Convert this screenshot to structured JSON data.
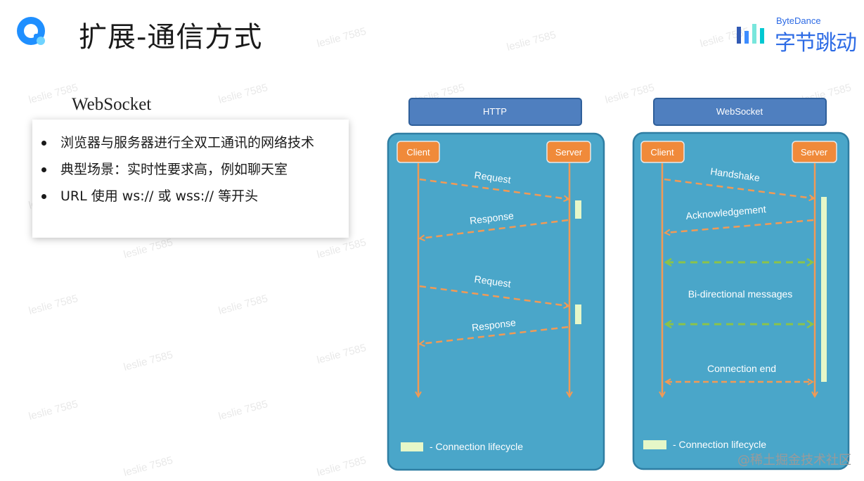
{
  "header": {
    "title": "扩展-通信方式",
    "brand_en": "ByteDance",
    "brand_zh": "字节跳动"
  },
  "content": {
    "heading": "WebSocket",
    "bullets": [
      "浏览器与服务器进行全双工通讯的网络技术",
      "典型场景：实时性要求高，例如聊天室",
      "URL 使用 ws:// 或 wss:// 等开头"
    ]
  },
  "diagram": {
    "http": {
      "title": "HTTP",
      "client": "Client",
      "server": "Server",
      "messages": [
        "Request",
        "Response",
        "Request",
        "Response"
      ],
      "legend": "- Connection lifecycle"
    },
    "websocket": {
      "title": "WebSocket",
      "client": "Client",
      "server": "Server",
      "messages": [
        "Handshake",
        "Acknowledgement",
        "Bi-directional messages",
        "Connection end"
      ],
      "legend": "- Connection lifecycle"
    }
  },
  "watermark": "leslie 7585",
  "credit": "@稀土掘金技术社区",
  "colors": {
    "panel": "#4aa6c9",
    "panel_border": "#2f7ea3",
    "header_box": "#4f7fbf",
    "node": "#f08a3a",
    "arrow": "#f29a55",
    "bidir": "#8bc34a",
    "lifecycle": "#e6f7c8"
  }
}
